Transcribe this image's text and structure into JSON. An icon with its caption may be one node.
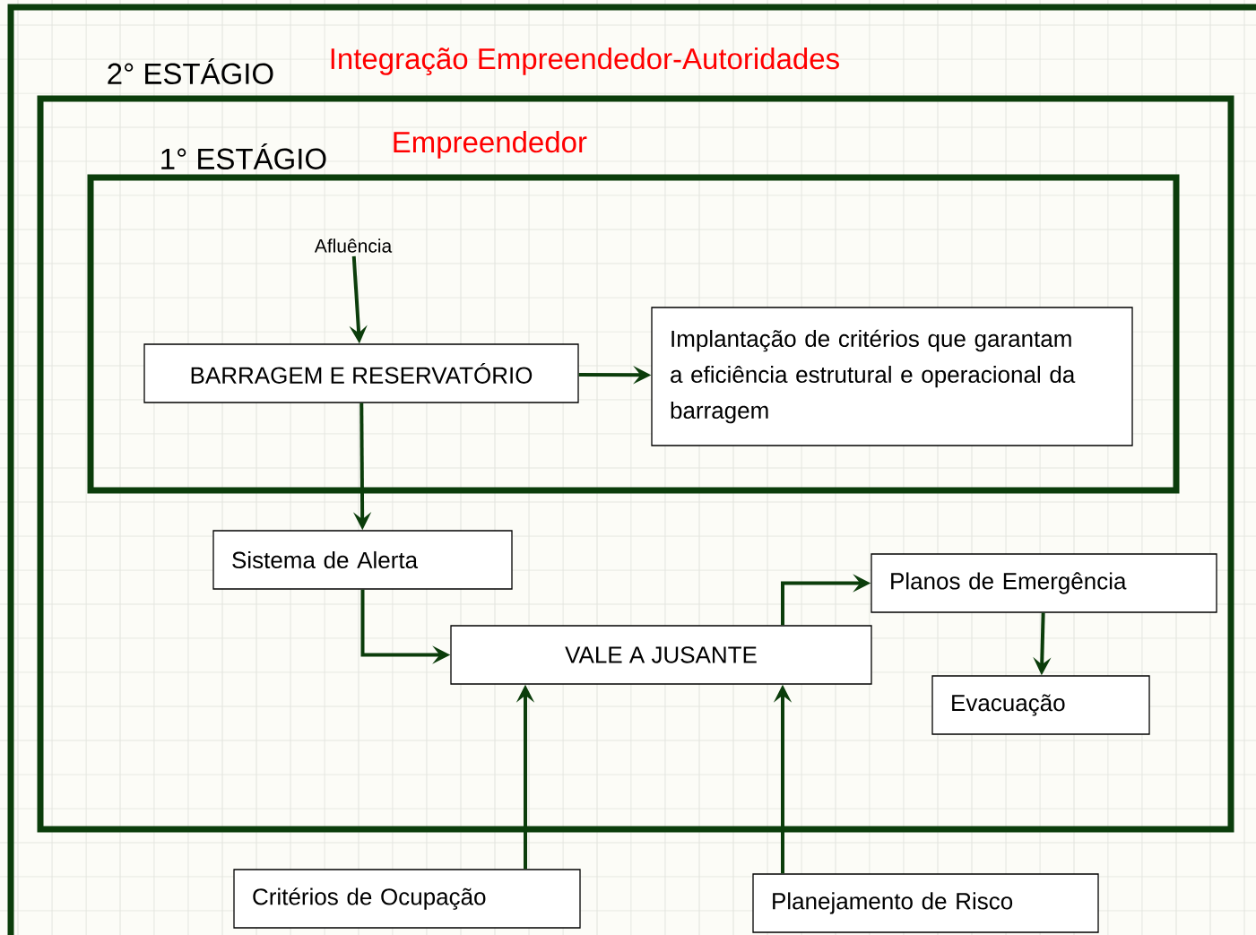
{
  "diagram": {
    "nodes": [
      {
        "text": [
          "2° ESTÁGIO",
          "Integração Empreendedor-Autoridades"
        ]
      },
      {
        "text": [
          "1° ESTÁGIO",
          "Empreendedor"
        ],
        "in": 0
      },
      {
        "text": [
          "Afluência"
        ],
        "in": 1
      },
      {
        "text": [
          "BARRAGEM E RESERVATÓRIO"
        ],
        "in": 1
      },
      {
        "text": [
          "Implantação de critérios que garantam a eficiência estrutural e operacional da barragem"
        ],
        "in": 1
      },
      {
        "text": [
          "Sistema de Alerta"
        ],
        "in": 0
      },
      {
        "text": [
          "VALE A JUSANTE"
        ],
        "in": 0
      },
      {
        "text": [
          "Planos de Emergência"
        ],
        "in": 0
      },
      {
        "text": [
          "Evacuação"
        ],
        "in": 0
      },
      {
        "text": [
          "Critérios de Ocupação"
        ]
      },
      {
        "text": [
          "Planejamento de Risco"
        ]
      }
    ],
    "edges": [
      {
        "from": 2,
        "to": 3,
        "arrow": "to"
      },
      {
        "from": 3,
        "to": 4,
        "arrow": "to"
      },
      {
        "from": 3,
        "to": 5,
        "arrow": "to"
      },
      {
        "from": 5,
        "to": 6,
        "arrow": "to"
      },
      {
        "from": 6,
        "to": 7,
        "arrow": "to"
      },
      {
        "from": 7,
        "to": 8,
        "arrow": "to"
      },
      {
        "from": 9,
        "to": 6,
        "arrow": "to"
      },
      {
        "from": 10,
        "to": 6,
        "arrow": "to"
      }
    ]
  }
}
